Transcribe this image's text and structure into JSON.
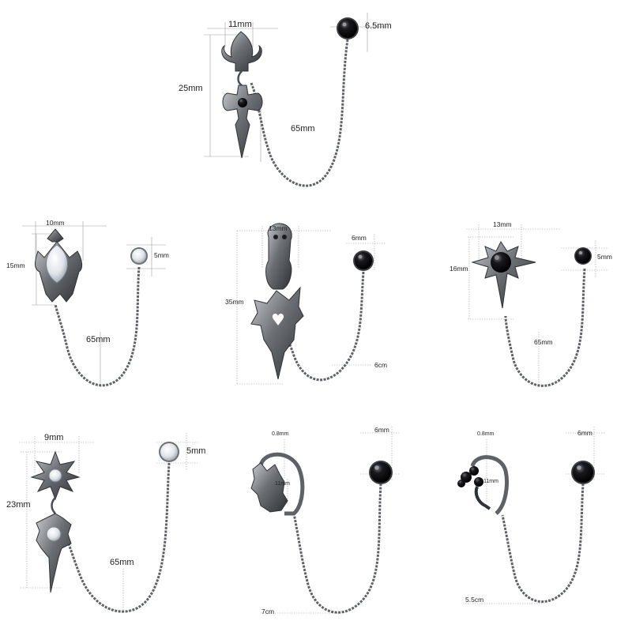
{
  "colors": {
    "metal": "#5e6266",
    "metal_light": "#a8acb0",
    "metal_dark": "#2f3236",
    "stone_black": "#0c0c0e",
    "stone_clear": "#e9edf2",
    "guide_line": "#9a9a9a"
  },
  "products": [
    {
      "name": "cross-dagger-chain-earring",
      "stone": "black",
      "labels": {
        "width": "11mm",
        "stud": "6.5mm",
        "height": "25mm",
        "chain": "65mm"
      }
    },
    {
      "name": "marquise-arrow-chain-earring",
      "stone": "clear",
      "labels": {
        "width": "10mm",
        "stud": "5mm",
        "height": "15mm",
        "chain": "65mm"
      }
    },
    {
      "name": "bat-wing-skull-chain-earring",
      "stone": "black",
      "labels": {
        "width": "13mm",
        "stud": "6mm",
        "height": "35mm",
        "chain": "6cm"
      }
    },
    {
      "name": "star-spike-chain-earring",
      "stone": "black",
      "labels": {
        "width": "13mm",
        "stud": "5mm",
        "height": "16mm",
        "chain": "65mm"
      }
    },
    {
      "name": "crystal-star-dangle-chain-earring",
      "stone": "clear",
      "labels": {
        "width": "9mm",
        "stud": "5mm",
        "height": "23mm",
        "chain": "65mm"
      }
    },
    {
      "name": "crown-hoop-chain-earring",
      "stone": "black",
      "labels": {
        "thickness": "0.8mm",
        "stud": "6mm",
        "hoop": "11mm",
        "chain": "7cm"
      }
    },
    {
      "name": "flower-hoop-chain-earring",
      "stone": "black",
      "labels": {
        "thickness": "0.8mm",
        "stud": "6mm",
        "hoop": "11mm",
        "chain": "5.5cm"
      }
    }
  ]
}
